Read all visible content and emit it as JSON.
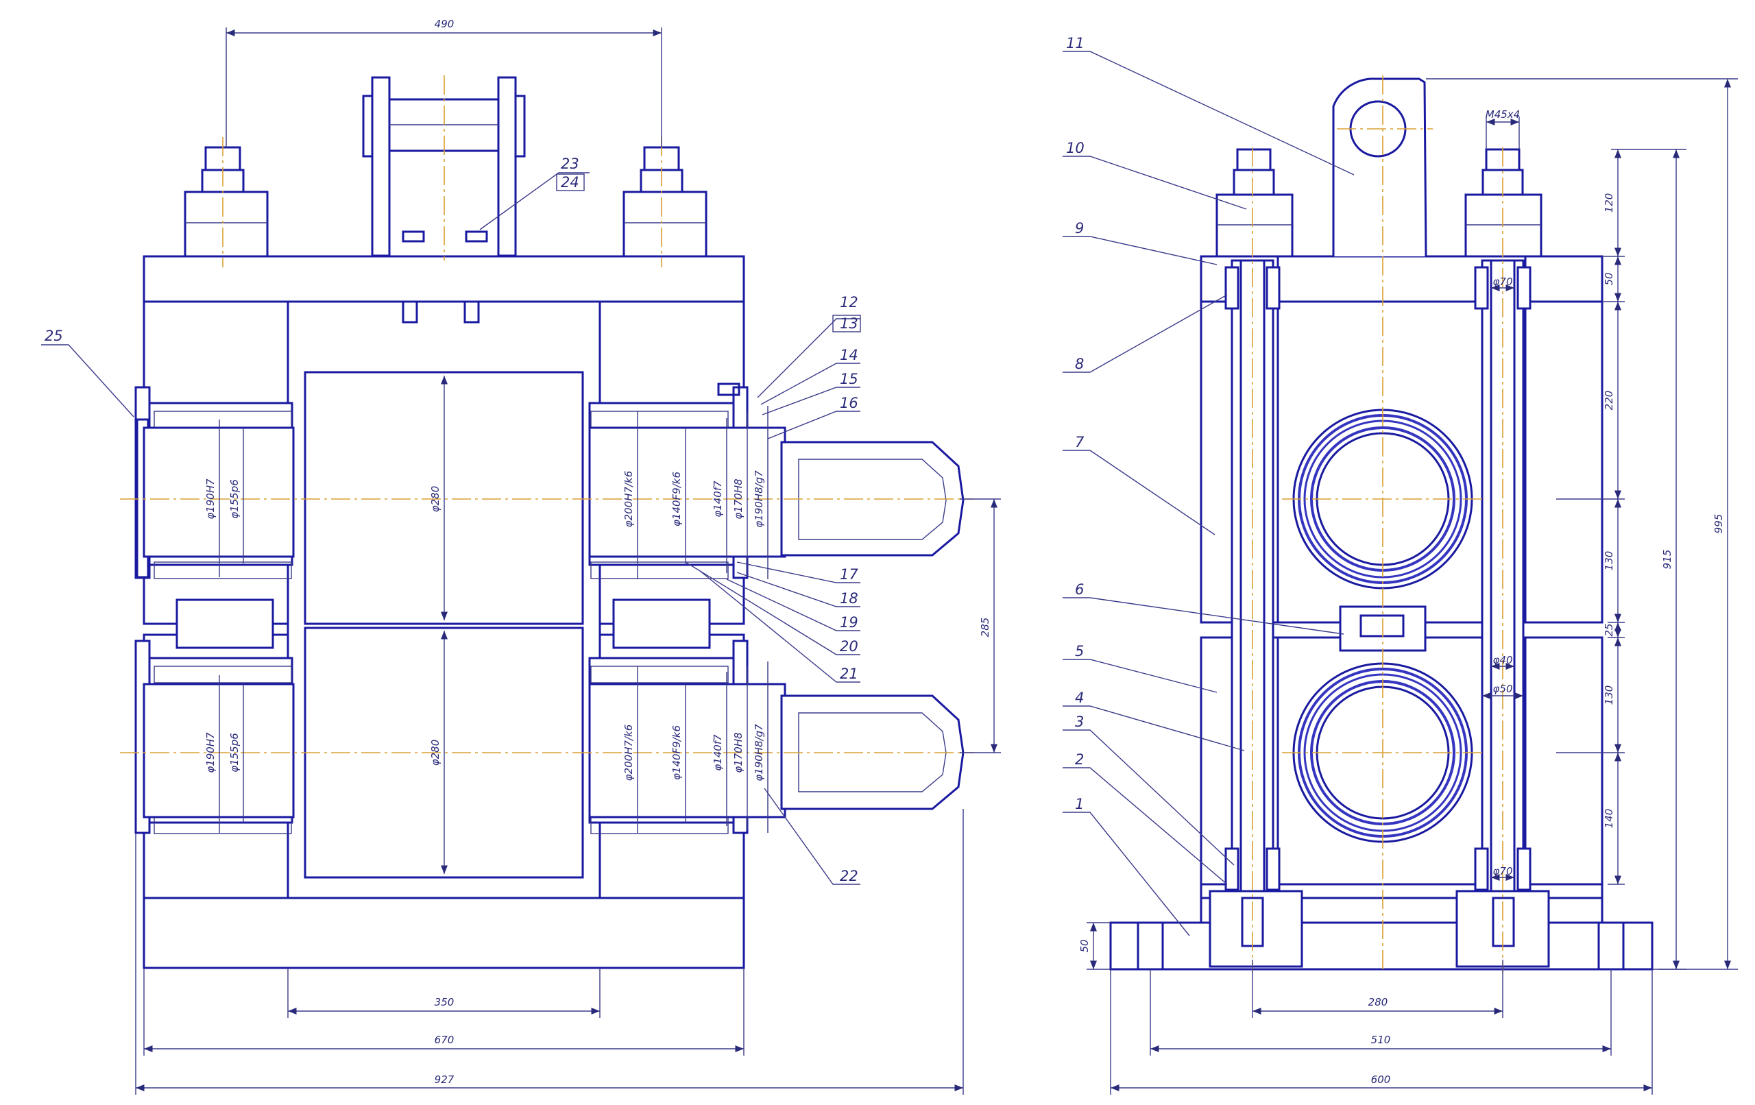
{
  "colors": {
    "outline": "#1a1aa0",
    "thin": "#3a3a8a",
    "center": "#d9a030",
    "hatch": "#7474b8"
  },
  "left_view": {
    "dimensions": {
      "top_490": "490",
      "bottom_350": "350",
      "bottom_670": "670",
      "bottom_927": "927",
      "right_285": "285",
      "roll_dia_upper": "φ280",
      "roll_dia_lower": "φ280",
      "left_upper_a": "φ190H7",
      "left_upper_b": "φ155p6",
      "left_lower_a": "φ190H7",
      "left_lower_b": "φ155p6",
      "right_upper": [
        "φ200H7/k6",
        "φ140F9/k6",
        "φ140f7",
        "φ170H8",
        "φ190H8/g7"
      ],
      "right_lower": [
        "φ200H7/k6",
        "φ140F9/k6",
        "φ140f7",
        "φ170H8",
        "φ190H8/g7"
      ]
    },
    "labels": [
      "12",
      "13",
      "14",
      "15",
      "16",
      "17",
      "18",
      "19",
      "20",
      "21",
      "22",
      "23",
      "24",
      "25"
    ]
  },
  "right_view": {
    "dimensions": {
      "thread": "M45x4",
      "d70_top": "φ70",
      "d70_bottom": "φ70",
      "d40": "φ40",
      "d50": "φ50",
      "v120": "120",
      "v50": "50",
      "v220": "220",
      "v130a": "130",
      "v25": "25",
      "v130b": "130",
      "v140": "140",
      "h915": "915",
      "h995": "995",
      "left_50": "50",
      "bottom_280": "280",
      "bottom_510": "510",
      "bottom_600": "600"
    },
    "labels": [
      "1",
      "2",
      "3",
      "4",
      "5",
      "6",
      "7",
      "8",
      "9",
      "10",
      "11"
    ]
  }
}
